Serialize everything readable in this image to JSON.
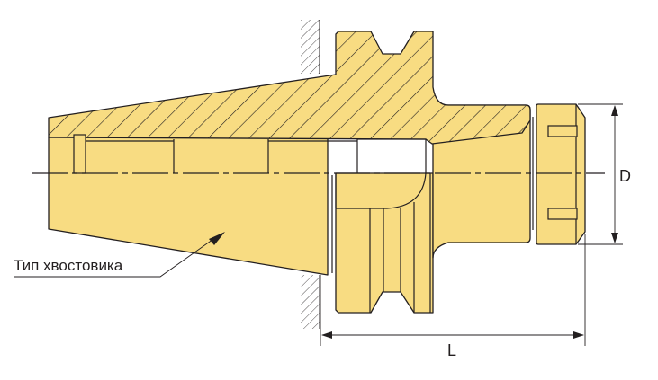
{
  "labels": {
    "shank_type": "Тип хвостовика",
    "diameter": "D",
    "length": "L"
  },
  "colors": {
    "body_fill": "#F8DC82",
    "outline": "#231f20"
  }
}
